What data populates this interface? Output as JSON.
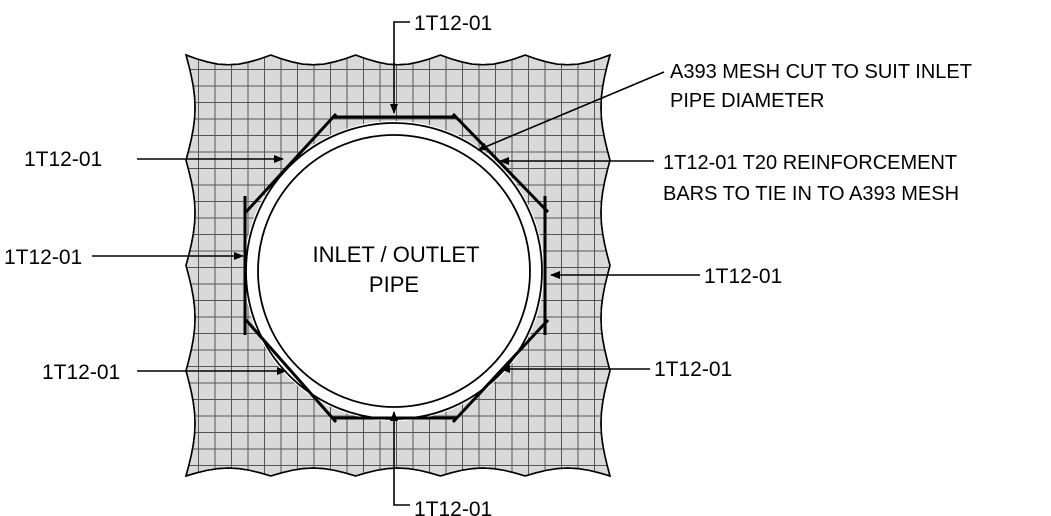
{
  "labels": {
    "top": "1T12-01",
    "upper_left": "1T12-01",
    "mid_left": "1T12-01",
    "lower_left": "1T12-01",
    "mid_right": "1T12-01",
    "lower_right": "1T12-01",
    "bottom": "1T12-01"
  },
  "notes": {
    "mesh": [
      "A393 MESH CUT TO SUIT INLET",
      "PIPE DIAMETER"
    ],
    "reinforcement": [
      "1T12-01 T20 REINFORCEMENT",
      "BARS TO TIE IN TO A393 MESH"
    ]
  },
  "pipe": {
    "line1": "INLET / OUTLET",
    "line2": "PIPE"
  },
  "colors": {
    "mesh_fill": "#d9d9d9",
    "mesh_grid": "#555555",
    "line": "#000000",
    "pipe_fill": "#ffffff"
  }
}
